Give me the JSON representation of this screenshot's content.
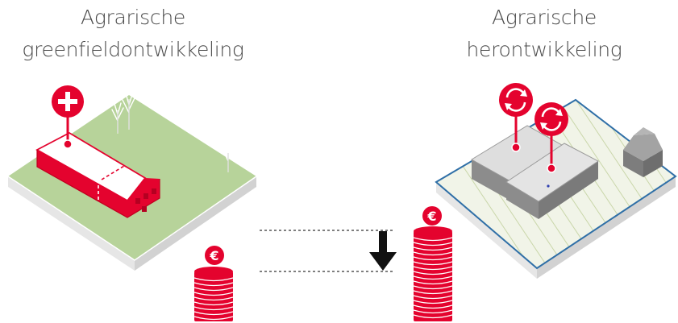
{
  "left": {
    "title_lines": [
      "Agrarische",
      "greenfieldontwikkeling"
    ],
    "marker_icon": "plus-icon",
    "coin_icon": "euro-icon",
    "coin_symbol": "€"
  },
  "right": {
    "title_lines": [
      "Agrarische",
      "herontwikkeling"
    ],
    "marker_icon": "recycle-icon",
    "coin_icon": "euro-icon",
    "coin_symbol": "€"
  },
  "comparison": {
    "arrow_icon": "arrow-down-icon"
  },
  "colors": {
    "accent_red": "#e4032e",
    "grass_green": "#b7d39a",
    "building_grey": "#8c8c8c",
    "lot_outline_blue": "#2f6fa7",
    "text_grey": "#4a4a4a"
  }
}
